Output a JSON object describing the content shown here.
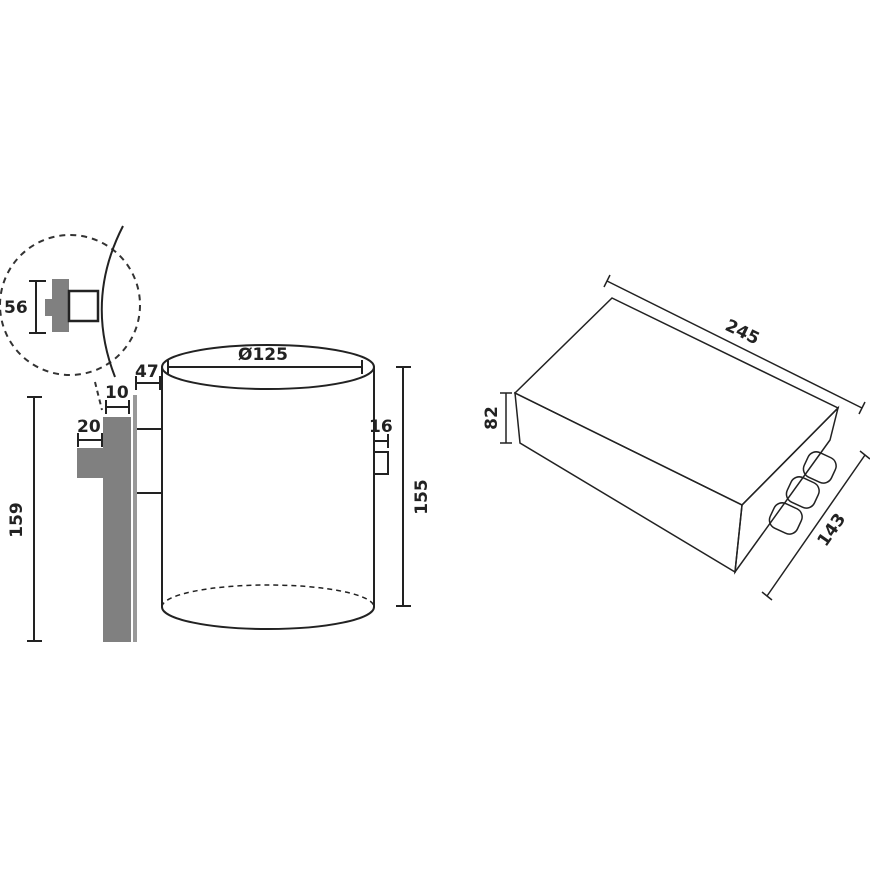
{
  "colors": {
    "line": "#222222",
    "part": "#808080",
    "background": "#ffffff"
  },
  "lamp": {
    "detail_height": "56",
    "wall_gap": "10",
    "base_depth": "20",
    "arm_length": "47",
    "diameter": "Ø125",
    "sensor": "16",
    "total_height": "159",
    "body_height": "155"
  },
  "driver_box": {
    "length": "245",
    "height": "82",
    "width": "143"
  }
}
